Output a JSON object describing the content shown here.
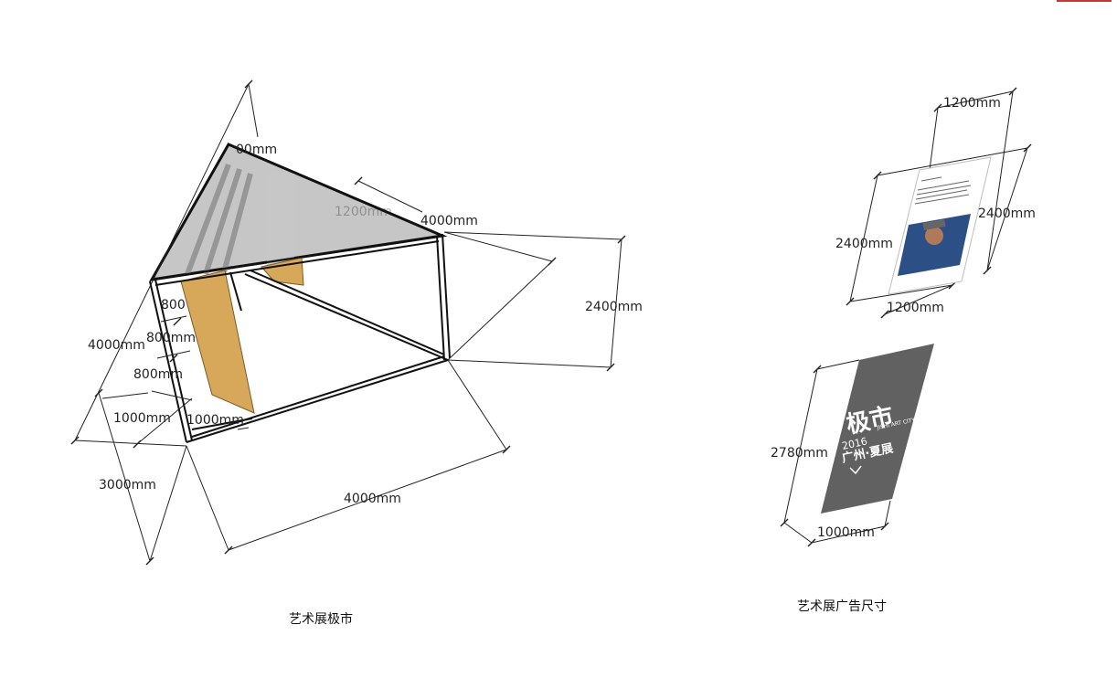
{
  "captions": {
    "left": "艺术展极市",
    "right": "艺术展广告尺寸"
  },
  "booth_dims": {
    "top_partial": "00mm",
    "panel_1200": "1200mm",
    "top_4000": "4000mm",
    "height_2400": "2400mm",
    "left_4000": "4000mm",
    "d800a": "800",
    "d800b": "800mm",
    "d800c": "800mm",
    "d1000a": "1000mm",
    "d1000b": "1000mm",
    "d3000": "3000mm",
    "bottom_4000": "4000mm"
  },
  "poster_small_dims": {
    "top": "1200mm",
    "right": "2400mm",
    "left": "2400mm",
    "bottom": "1200mm"
  },
  "poster_large_dims": {
    "left": "2780mm",
    "bottom": "1000mm"
  },
  "poster_large": {
    "title": "极市",
    "subtitle": "JISHI ART CITY",
    "year": "2016",
    "line": "广州·夏展"
  },
  "colors": {
    "frame": "#1a1a1a",
    "glass": "#a9a9a9",
    "wood": "#d8a85a",
    "poster": "#616161",
    "accent": "#cc3333"
  }
}
